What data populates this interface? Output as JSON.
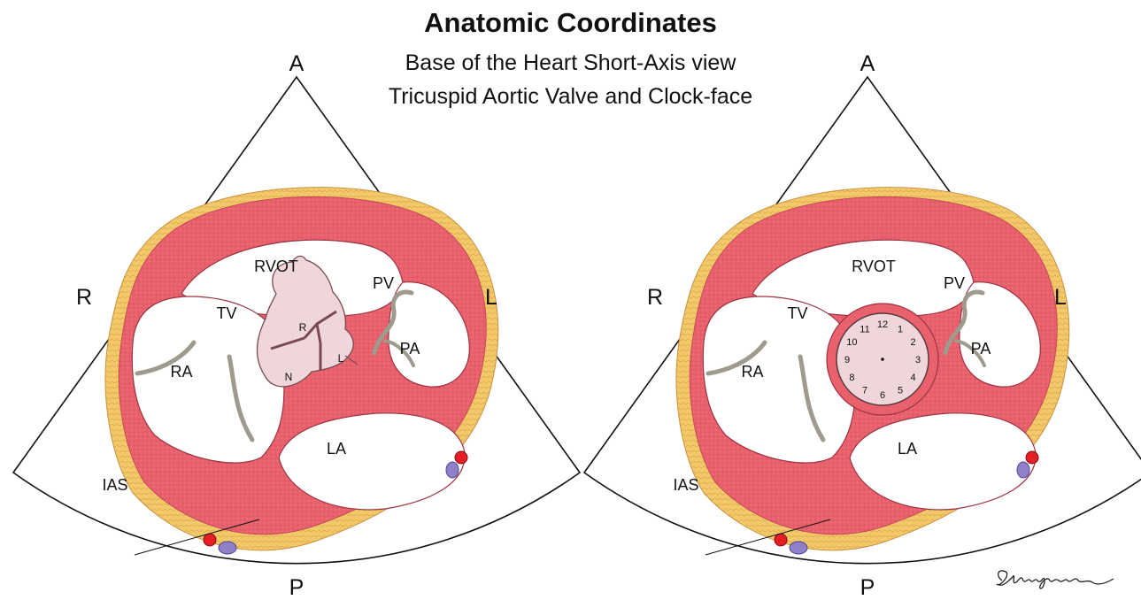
{
  "header": {
    "title": "Anatomic Coordinates",
    "subtitle_line1": "Base of the Heart Short-Axis view",
    "subtitle_line2": "Tricuspid Aortic Valve and Clock-face"
  },
  "orientation": {
    "anterior": "A",
    "posterior": "P",
    "right": "R",
    "left": "L"
  },
  "structures": {
    "rvot": "RVOT",
    "tv": "TV",
    "pv": "PV",
    "pa": "PA",
    "ra": "RA",
    "la": "LA",
    "ias": "IAS"
  },
  "aortic_cusps": {
    "right": "R",
    "left": "L",
    "noncoronary": "N"
  },
  "clock_numbers": [
    "12",
    "1",
    "2",
    "3",
    "4",
    "5",
    "6",
    "7",
    "8",
    "9",
    "10",
    "11"
  ],
  "colors": {
    "myocardium": "#e8616c",
    "fat": "#f2c96a",
    "valve": "#efd6da",
    "artery": "#e51e25",
    "vein": "#8f80c8",
    "valve_leaflet": "#c8c4b2"
  }
}
